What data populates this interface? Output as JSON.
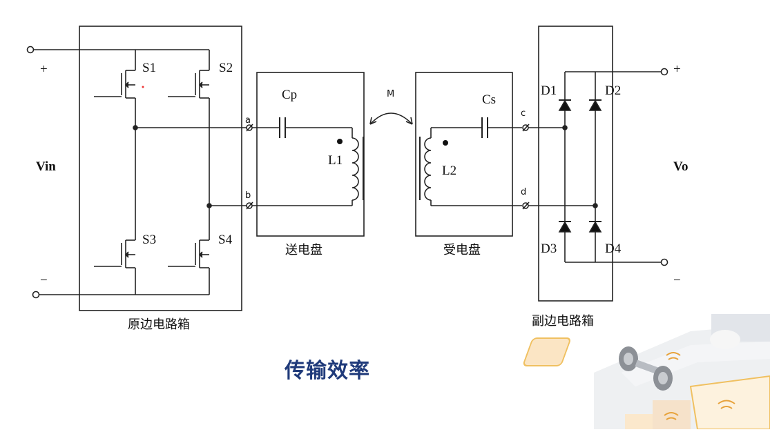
{
  "terminals": {
    "vin_plus": "+",
    "vin_minus": "−",
    "vin_label": "Vin",
    "vo_label": "Vo",
    "vo_plus": "+",
    "vo_minus": "−"
  },
  "switches": [
    "S1",
    "S2",
    "S3",
    "S4"
  ],
  "diodes": [
    "D1",
    "D2",
    "D3",
    "D4"
  ],
  "nodes": [
    "a",
    "b",
    "c",
    "d"
  ],
  "components": {
    "cp": "Cp",
    "cs": "Cs",
    "l1": "L1",
    "l2": "L2",
    "mutual": "M"
  },
  "boxes": {
    "primary": "原边电路箱",
    "transmit": "送电盘",
    "receive": "受电盘",
    "secondary": "副边电路箱"
  },
  "caption": "传输效率",
  "colors": {
    "caption": "#1f3a7a",
    "wire": "#222222",
    "illustration_accent": "#f0c060"
  }
}
